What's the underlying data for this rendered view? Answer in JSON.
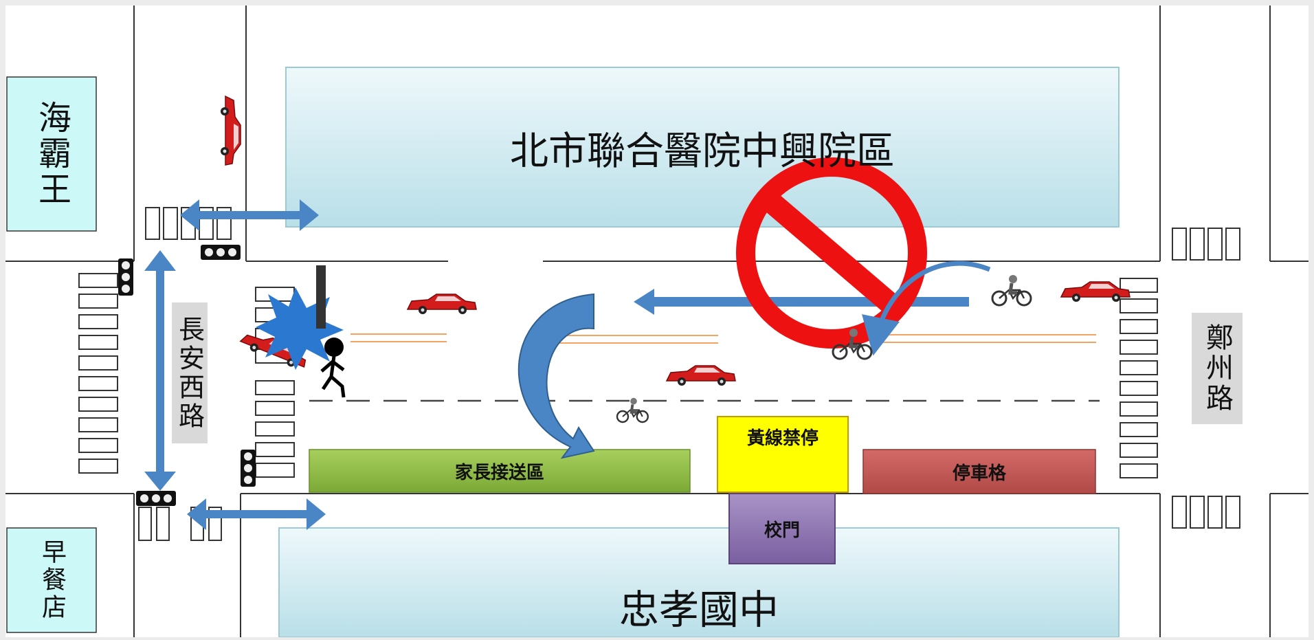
{
  "hospital": {
    "name": "北市聯合醫院中興院區"
  },
  "school": {
    "name": "忠孝國中"
  },
  "shops": {
    "left_top": "海霸王",
    "left_bottom": "早餐店"
  },
  "roads": {
    "left": "長安西路",
    "right": "鄭州路"
  },
  "zones": {
    "pickup": "家長接送區",
    "no_parking": "黃線禁停",
    "parking": "停車格",
    "gate": "校門"
  },
  "colors": {
    "pickup": "#8fbc3a",
    "no_parking": "#ffff00",
    "parking": "#c0504d",
    "gate": "#8064a2",
    "arrow": "#4a86c5",
    "prohibited": "#ee1111",
    "car": "#d31c1c"
  },
  "icons": [
    "car-icon",
    "bicycle-icon",
    "pedestrian-icon",
    "collision-burst-icon",
    "traffic-light-icon",
    "no-entry-icon",
    "arrow-icon"
  ]
}
